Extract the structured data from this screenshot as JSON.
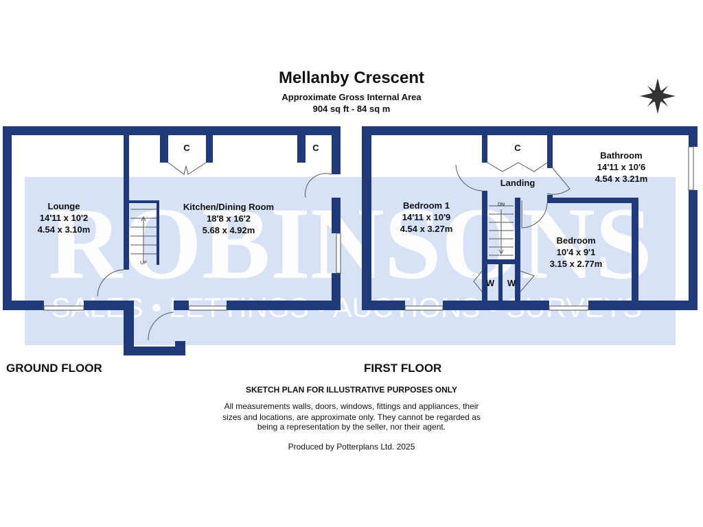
{
  "header": {
    "title": "Mellanby Crescent",
    "area_label": "Approximate Gross Internal Area",
    "area_value": "904 sq ft - 84 sq m"
  },
  "watermark": {
    "brand": "ROBINSONS",
    "tagline": "SALES • LETTINGS • AUCTIONS • SURVEYS"
  },
  "colors": {
    "wall": "#1f3a7a",
    "watermark_bg": "#d8e2f6"
  },
  "ground_floor": {
    "label": "GROUND FLOOR",
    "rooms": [
      {
        "name": "Lounge",
        "imperial": "14'11 x 10'2",
        "metric": "4.54 x 3.10m"
      },
      {
        "name": "Kitchen/Dining Room",
        "imperial": "18'8 x 16'2",
        "metric": "5.68 x 4.92m"
      }
    ],
    "cupboards": [
      "C",
      "C"
    ],
    "stairs_label": "UP"
  },
  "first_floor": {
    "label": "FIRST FLOOR",
    "rooms": [
      {
        "name": "Bedroom 1",
        "imperial": "14'11 x 10'9",
        "metric": "4.54 x 3.27m"
      },
      {
        "name": "Bathroom",
        "imperial": "14'11 x 10'6",
        "metric": "4.54 x 3.21m"
      },
      {
        "name": "Bedroom",
        "imperial": "10'4 x 9'1",
        "metric": "3.15 x 2.77m"
      },
      {
        "name": "Landing"
      }
    ],
    "cupboards": [
      "C"
    ],
    "wardrobes": [
      "W",
      "W"
    ],
    "stairs_label": "DN"
  },
  "footer": {
    "heading": "SKETCH PLAN FOR ILLUSTRATIVE PURPOSES ONLY",
    "disclaimer_lines": [
      "All measurements walls, doors, windows, fittings and appliances, their",
      "sizes and locations, are approximate only. They cannot be regarded as",
      "being a representation by the seller, nor their agent."
    ],
    "credit": "Produced by Potterplans Ltd. 2025"
  }
}
